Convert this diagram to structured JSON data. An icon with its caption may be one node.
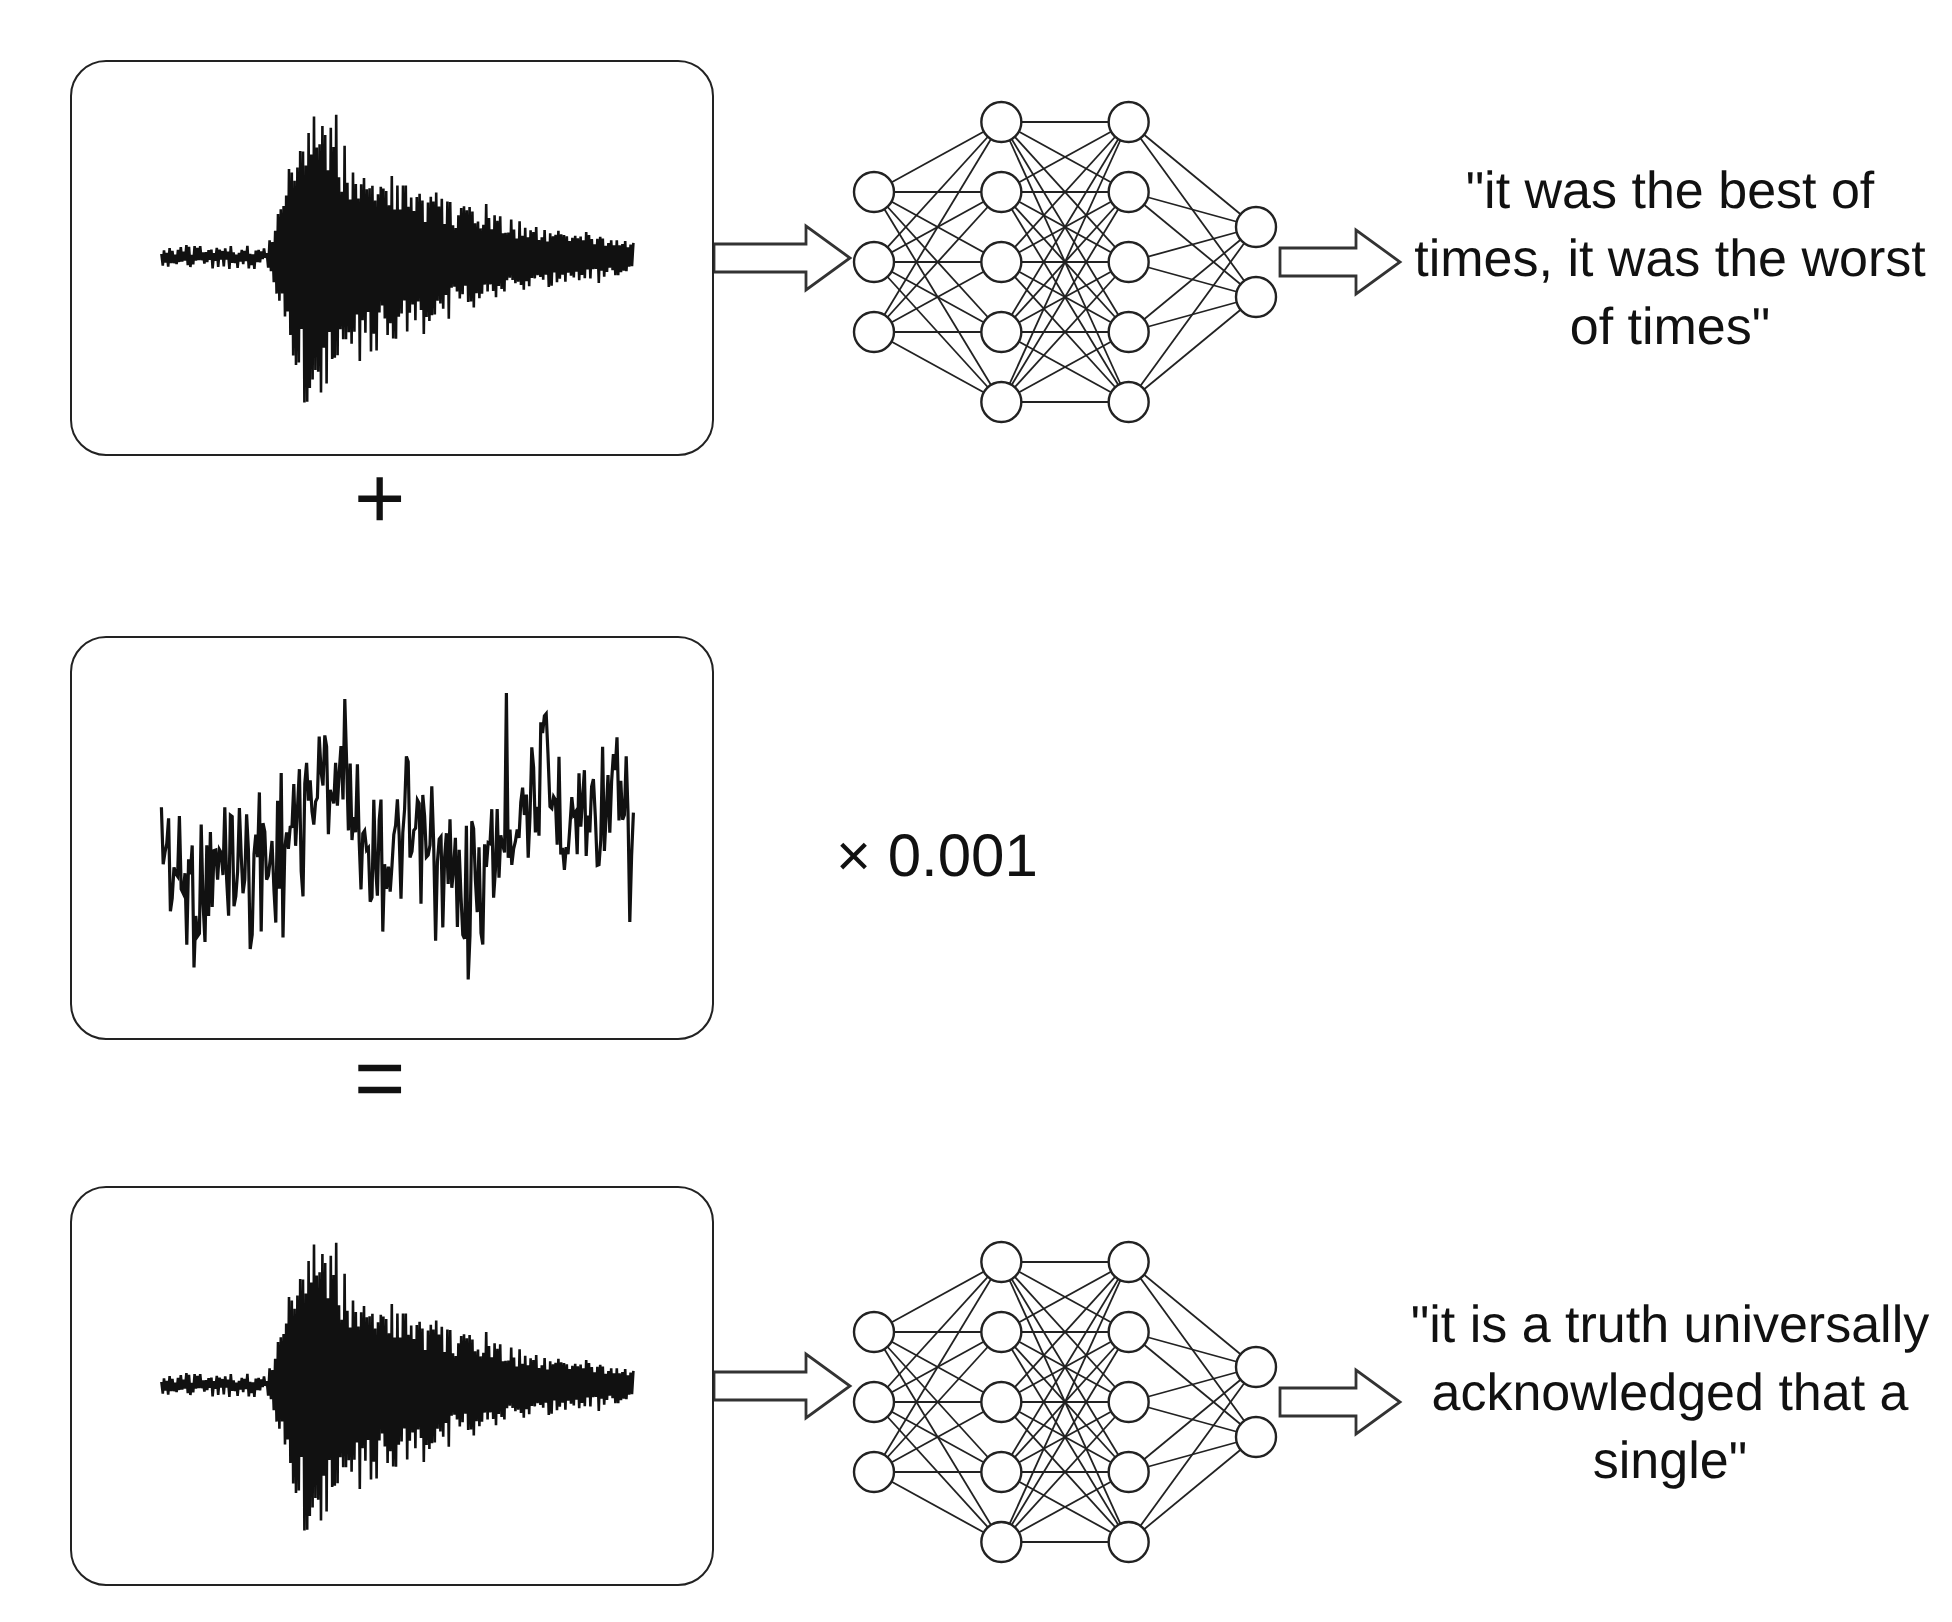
{
  "diagram": {
    "nodes": [
      {
        "text": [],
        "shape": "picture"
      },
      {
        "text": [],
        "shape": "picture"
      },
      {
        "text": [
          "\"it was the best of times, it was the worst of times\""
        ]
      },
      {
        "text": [],
        "shape": "picture"
      },
      {
        "text": [],
        "shape": "picture"
      },
      {
        "text": [],
        "shape": "picture"
      },
      {
        "text": [
          "\"it is a truth universally acknowledged that a single\""
        ]
      }
    ],
    "edges": [
      {
        "from": 0,
        "to": 1,
        "arrow": "to"
      },
      {
        "from": 1,
        "to": 2,
        "arrow": "to"
      },
      {
        "from": 4,
        "to": 5,
        "arrow": "to"
      },
      {
        "from": 5,
        "to": 6,
        "arrow": "to"
      }
    ],
    "labels": [
      "+",
      "× 0.001",
      "="
    ]
  }
}
